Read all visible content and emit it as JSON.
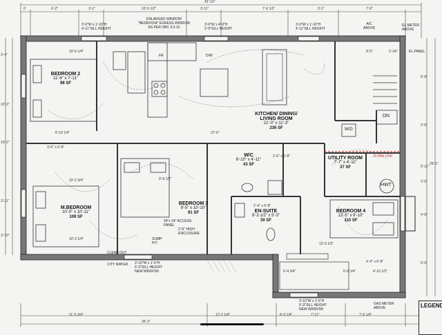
{
  "rooms": {
    "bedroom2": {
      "name": "BEDROOM 2",
      "dim": "11'-6\" x 7'-11\"",
      "sf": "98 SF"
    },
    "kitchen": {
      "name": "KITCHEN/ DINING/",
      "name2": "LIVING ROOM",
      "dim": "21'-0\" x 11'-3\"",
      "sf": "236 SF"
    },
    "mbedroom": {
      "name": "M.BEDROOM",
      "dim": "10'-0\" x 10'-11\"",
      "sf": "109 SF"
    },
    "bedroom3": {
      "name": "BEDROOM 3",
      "dim": "9'-5\" x 10'-10\"",
      "sf": "91 SF"
    },
    "wc": {
      "name": "W/C",
      "dim": "6'-10\" x 4'-11\"",
      "sf": "43 SF"
    },
    "ensuite": {
      "name": "EN-SUITE",
      "dim": "9'-3 1/2\" x 5'-3\"",
      "sf": "30 SF"
    },
    "utility": {
      "name": "UTILITY ROOM",
      "dim": "7'-7\" x 4'-11\"",
      "sf": "37 SF"
    },
    "bedroom4": {
      "name": "BEDROOM 4",
      "dim": "12'-5\" x 9'-10\"",
      "sf": "110 SF"
    }
  },
  "top_dims": {
    "overall": "42'-10\"",
    "segments": [
      "6'",
      "6'-2\"",
      "3'-1\"",
      "10'-5 1/2\"",
      "3'-11\"",
      "7'-6 1/2\"",
      "3'-1\"",
      "7'-0\""
    ]
  },
  "notes": {
    "win1": "3'-0\"W x 1'-10\"H\n4'-11\"SILL HEIGHT",
    "egress": "ENLARGED WINDOW\n\"BEDROOM\" EGRESS WINDOW\nAS PER OBC 9.9.10",
    "win2": "3'-0\"W x 4'-0\"H\n2'-9\"SILL HEIGHT",
    "win3": "3'-0\"W x 1'-10\"H\n4'-11\"SILL HEIGHT",
    "ac": "A/C\nABOVE",
    "elmeter": "EL.METER\nABOVE",
    "elpanel": "EL.PANEL",
    "dn": "DN",
    "wd": "W/D",
    "hwt": "HWT",
    "fire": "30-MIN FRR",
    "access": "24\"x 24\" ACCESS\nPANEL",
    "enclosure": "2'-6\" HIGH\nENCLOSURE",
    "sump": "SUMP\nPIT",
    "cleanout": "CLEAN OUT",
    "citywater": "CITY WATER",
    "newwin1": "3'-10\"W x 1'-6\"H\n5'-3\"SILL HEIGHT\nNEW WINDOW",
    "newwin2": "3'-10\"W x 1'-6\"H\n5'-3\"SILL HEIGHT\nNEW WINDOW",
    "gasmeter": "GAS METER\nABOVE",
    "dw": "D/W",
    "fr": "FR",
    "legend": "LEGEND"
  },
  "bottom_dims": {
    "a": "11'-5 3/4\"",
    "b": "26'-3\"",
    "c": "12'-2 1/4\"",
    "d": "8'-3 1/4\"",
    "e": "7'-11\"",
    "f": "7'-9 1/4\""
  },
  "inner_dims": [
    "10'-6 1/4\"",
    "6'-10 1/4\"",
    "3'-0\" x 6'-8\"",
    "27'-0\"",
    "10'-2 3/4\"",
    "10'-3 1/4\"",
    "9'-9 1/2\"",
    "2'-6\" x 6'-8\"",
    "2'-4\" x 6'-8\"",
    "8'-5\"",
    "2'-34\"",
    "12'-9 1/2\"",
    "6'-4 3/4\"",
    "4'-10 1/2\"",
    "6'-8 1/4\"",
    "4'-4\" x 6'-8\""
  ],
  "side_dims": [
    "3'-4\"",
    "10'-3\"",
    "10'-2\"",
    "3'-11\"",
    "3'-10\"",
    "5'-8\"",
    "2'-6\"",
    "5'-11\"",
    "29'-1\"",
    "6'-0\"",
    "2'-0\"",
    "4'-9\""
  ]
}
